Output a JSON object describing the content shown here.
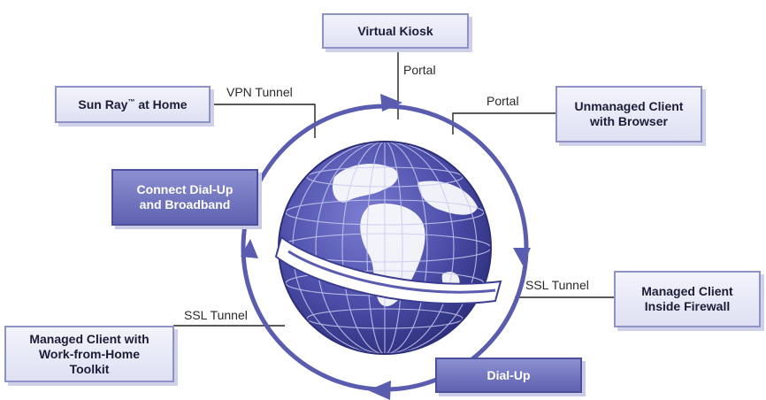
{
  "nodes": {
    "virtual_kiosk": "Virtual Kiosk",
    "sun_ray_home": "Sun Ray",
    "sun_ray_tm": "™",
    "sun_ray_suffix": " at Home",
    "unmanaged_client": "Unmanaged Client\nwith Browser",
    "connect_dialup": "Connect Dial-Up\nand Broadband",
    "managed_inside": "Managed Client\nInside Firewall",
    "managed_wfh": "Managed Client with\nWork-from-Home\nToolkit",
    "dialup": "Dial-Up"
  },
  "connections": {
    "portal_top": "Portal",
    "portal_right": "Portal",
    "vpn_tunnel": "VPN Tunnel",
    "ssl_tunnel_right": "SSL Tunnel",
    "ssl_tunnel_left": "SSL Tunnel"
  },
  "colors": {
    "ring": "#5a5cb0",
    "globe_ocean": "#4b4da8",
    "globe_land": "#ffffff",
    "box_light": "#e8e9f6",
    "box_dark": "#6b6fbd"
  },
  "icons": [
    "globe-icon",
    "orbit-ring-icon"
  ]
}
